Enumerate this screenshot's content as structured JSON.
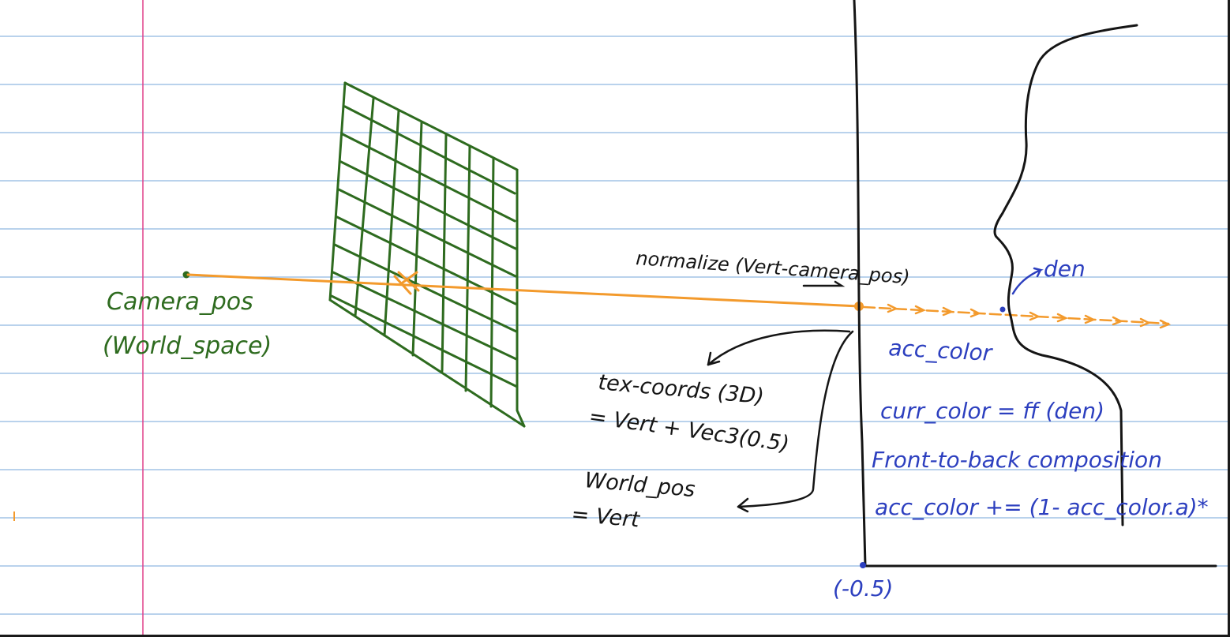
{
  "colors": {
    "rule_line": "#8fb7e0",
    "margin_line": "#e0408a",
    "green_ink": "#2e6b1f",
    "orange_ink": "#f39a2c",
    "black_ink": "#151515",
    "blue_ink": "#2c3fbf"
  },
  "labels": {
    "camera_pos": "Camera_pos",
    "world_space": "(World_space)",
    "normalize": "normalize (Vert-camera_pos)",
    "tex_coords": "tex-coords (3D)",
    "tex_coords_eq": "= Vert + Vec3(0.5)",
    "world_pos": "World_pos",
    "world_pos_eq": "= Vert",
    "acc_color": "acc_color",
    "den": "den",
    "curr_color": "curr_color = ff (den)",
    "front_to_back": "Front-to-back composition",
    "acc_formula": "acc_color += (1- acc_color.a)*",
    "minus_half": "(-0.5)"
  }
}
